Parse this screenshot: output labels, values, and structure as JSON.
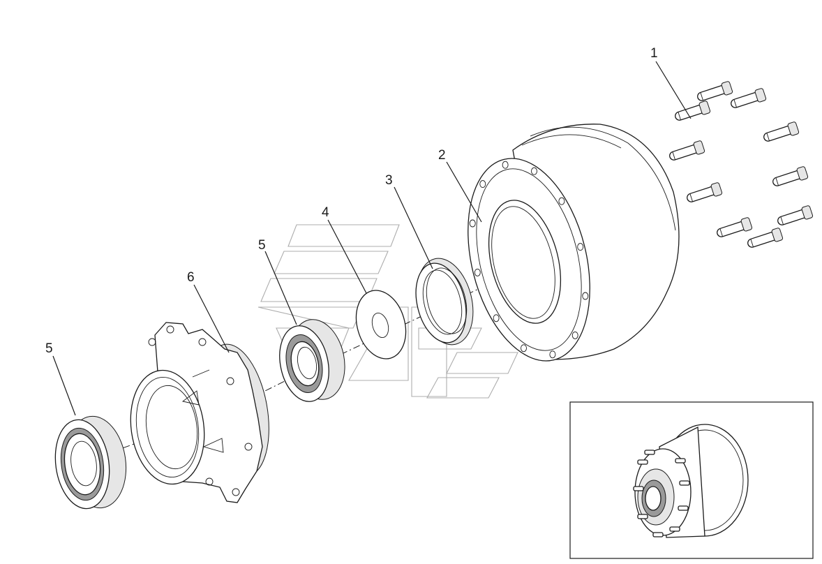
{
  "diagram": {
    "callouts": [
      {
        "label": "1"
      },
      {
        "label": "2"
      },
      {
        "label": "3"
      },
      {
        "label": "4"
      },
      {
        "label": "5"
      },
      {
        "label": "6"
      },
      {
        "label": "5"
      }
    ],
    "parts": [
      {
        "id": "stud-bolts"
      },
      {
        "id": "brake-drum"
      },
      {
        "id": "oil-seal"
      },
      {
        "id": "washer"
      },
      {
        "id": "bearing-inner"
      },
      {
        "id": "wheel-hub"
      },
      {
        "id": "bearing-outer"
      }
    ],
    "inset": {
      "visible": true
    }
  }
}
